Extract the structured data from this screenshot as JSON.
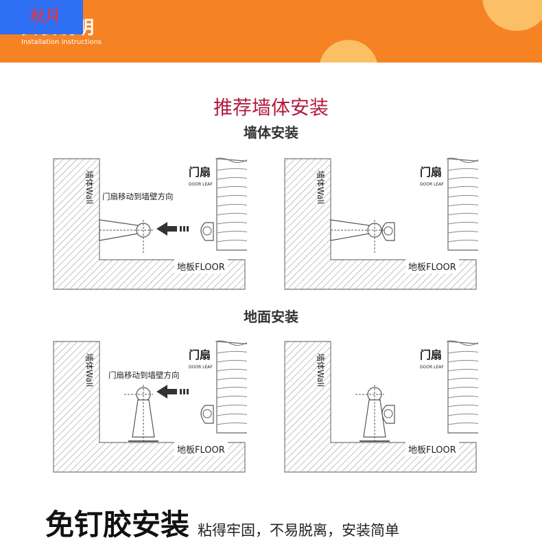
{
  "header": {
    "title": "安装说明",
    "subtitle": "Installation instructions",
    "watermark": "秋月",
    "colors": {
      "background": "#f58223",
      "accent_circles": "#fbbf66",
      "watermark_bg": "#2f6ff3",
      "watermark_text": "#ff2a2a"
    }
  },
  "main": {
    "title": "推荐墙体安装",
    "title_color": "#b31a3d",
    "sections": [
      {
        "title": "墙体安装"
      },
      {
        "title": "地面安装"
      }
    ]
  },
  "diagrams": {
    "wall_label": "墙体Wall",
    "door_label": "门扇",
    "door_sub": "DOOR LEAF",
    "floor_label": "地板FLOOR",
    "arrow_text": "门扇移动到墙壁方向"
  },
  "footer": {
    "big": "免钉胶安装",
    "small": "粘得牢固，不易脱离，安装简单"
  }
}
